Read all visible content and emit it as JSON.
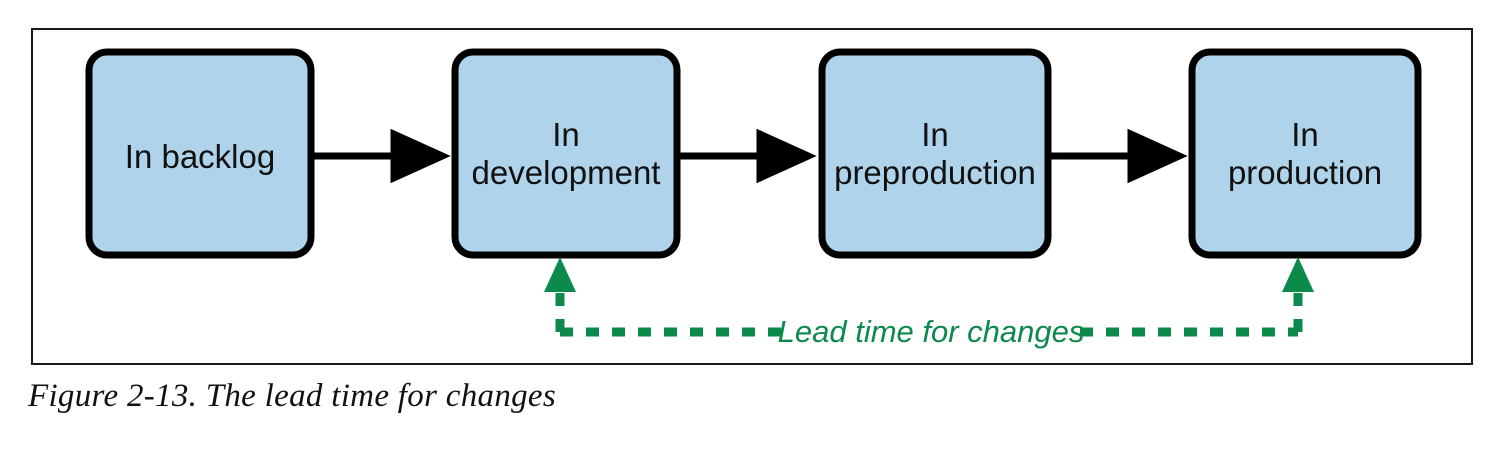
{
  "figure": {
    "caption": "Figure 2-13. The lead time for changes",
    "frame_border_color": "#1a1a1a",
    "background": "#ffffff"
  },
  "diagram": {
    "type": "flow",
    "node_fill": "#aed3eb",
    "node_stroke": "#000000",
    "arrow_color": "#000000",
    "annotation_color": "#0b8a4b",
    "nodes": [
      {
        "id": "backlog",
        "label_line1": "In backlog",
        "label_line2": ""
      },
      {
        "id": "development",
        "label_line1": "In",
        "label_line2": "development"
      },
      {
        "id": "preproduction",
        "label_line1": "In",
        "label_line2": "preproduction"
      },
      {
        "id": "production",
        "label_line1": "In",
        "label_line2": "production"
      }
    ],
    "connectors": [
      {
        "from": "backlog",
        "to": "development",
        "style": "solid",
        "color": "#000000"
      },
      {
        "from": "development",
        "to": "preproduction",
        "style": "solid",
        "color": "#000000"
      },
      {
        "from": "preproduction",
        "to": "production",
        "style": "solid",
        "color": "#000000"
      }
    ],
    "annotation": {
      "label": "Lead time for changes",
      "style": "dashed",
      "color": "#0b8a4b",
      "from": "development",
      "to": "production"
    }
  }
}
